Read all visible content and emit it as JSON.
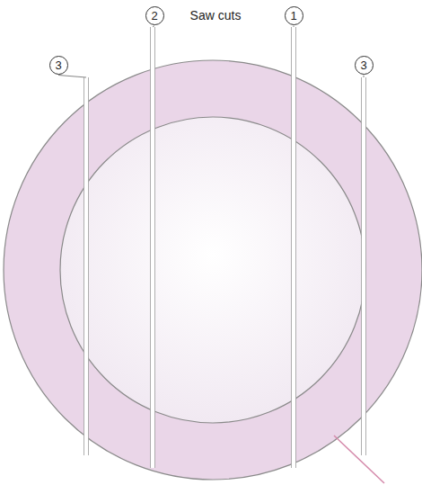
{
  "diagram": {
    "nodes": [
      {
        "text": [
          "3"
        ]
      },
      {
        "text": [
          "2"
        ]
      },
      {
        "text": [
          "1"
        ]
      },
      {
        "text": [
          "3"
        ]
      }
    ],
    "labels": [
      "Saw cuts"
    ]
  }
}
